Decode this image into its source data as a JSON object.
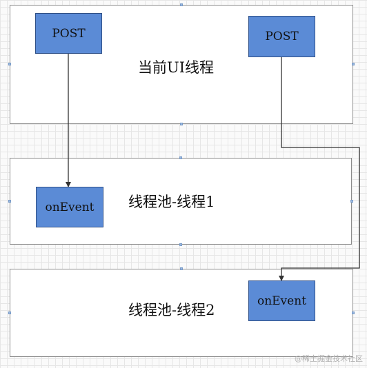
{
  "lanes": {
    "ui": "当前UI线程",
    "pool1": "线程池-线程1",
    "pool2": "线程池-线程2"
  },
  "boxes": {
    "post_left": "POST",
    "post_right": "POST",
    "on_event_1": "onEvent",
    "on_event_2": "onEvent"
  },
  "colors": {
    "box_fill": "#5b8bd6",
    "box_border": "#2e4f86",
    "lane_border": "#8c8c8c",
    "connector": "#333333"
  },
  "watermark": "@稀土掘金技术社区"
}
